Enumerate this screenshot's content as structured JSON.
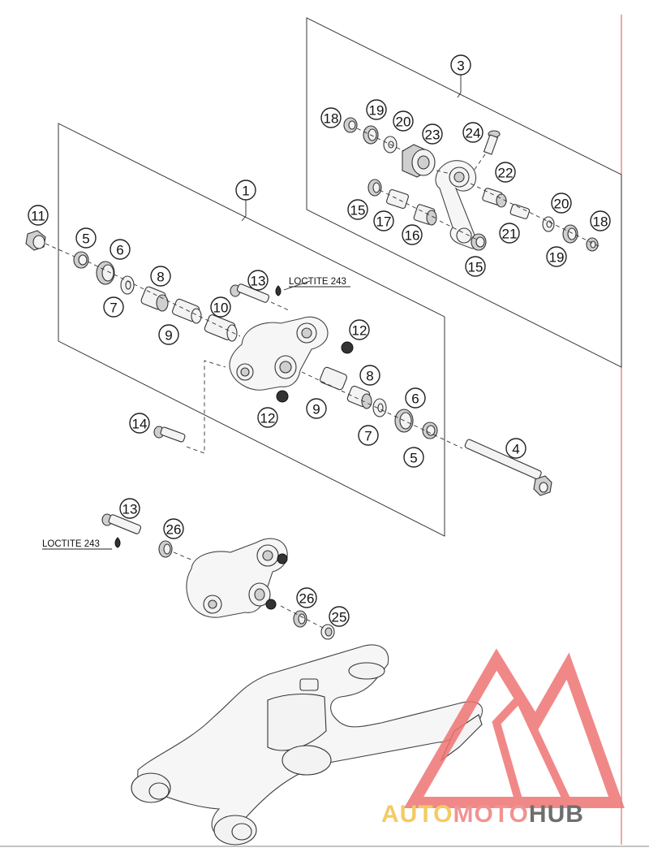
{
  "diagram": {
    "callouts": [
      {
        "id": "c1",
        "label": "1"
      },
      {
        "id": "c3",
        "label": "3"
      },
      {
        "id": "c4",
        "label": "4"
      },
      {
        "id": "c5a",
        "label": "5"
      },
      {
        "id": "c5b",
        "label": "5"
      },
      {
        "id": "c6a",
        "label": "6"
      },
      {
        "id": "c6b",
        "label": "6"
      },
      {
        "id": "c7a",
        "label": "7"
      },
      {
        "id": "c7b",
        "label": "7"
      },
      {
        "id": "c8a",
        "label": "8"
      },
      {
        "id": "c8b",
        "label": "8"
      },
      {
        "id": "c9a",
        "label": "9"
      },
      {
        "id": "c9b",
        "label": "9"
      },
      {
        "id": "c10",
        "label": "10"
      },
      {
        "id": "c11",
        "label": "11"
      },
      {
        "id": "c12a",
        "label": "12"
      },
      {
        "id": "c12b",
        "label": "12"
      },
      {
        "id": "c13a",
        "label": "13"
      },
      {
        "id": "c13b",
        "label": "13"
      },
      {
        "id": "c14",
        "label": "14"
      },
      {
        "id": "c15a",
        "label": "15"
      },
      {
        "id": "c15b",
        "label": "15"
      },
      {
        "id": "c16",
        "label": "16"
      },
      {
        "id": "c17",
        "label": "17"
      },
      {
        "id": "c18a",
        "label": "18"
      },
      {
        "id": "c18b",
        "label": "18"
      },
      {
        "id": "c19a",
        "label": "19"
      },
      {
        "id": "c19b",
        "label": "19"
      },
      {
        "id": "c20a",
        "label": "20"
      },
      {
        "id": "c20b",
        "label": "20"
      },
      {
        "id": "c21",
        "label": "21"
      },
      {
        "id": "c22",
        "label": "22"
      },
      {
        "id": "c23",
        "label": "23"
      },
      {
        "id": "c24",
        "label": "24"
      },
      {
        "id": "c25",
        "label": "25"
      },
      {
        "id": "c26a",
        "label": "26"
      },
      {
        "id": "c26b",
        "label": "26"
      }
    ],
    "notes": {
      "loctite_top": "LOCTITE 243",
      "loctite_bottom": "LOCTITE 243"
    }
  },
  "watermark": {
    "part1": "AUTO",
    "part2": "MOTO",
    "part3": "HUB",
    "colors": {
      "auto": "#f2c24a",
      "moto": "#f08080",
      "hub": "#555555",
      "triangle": "#ef7474"
    }
  }
}
